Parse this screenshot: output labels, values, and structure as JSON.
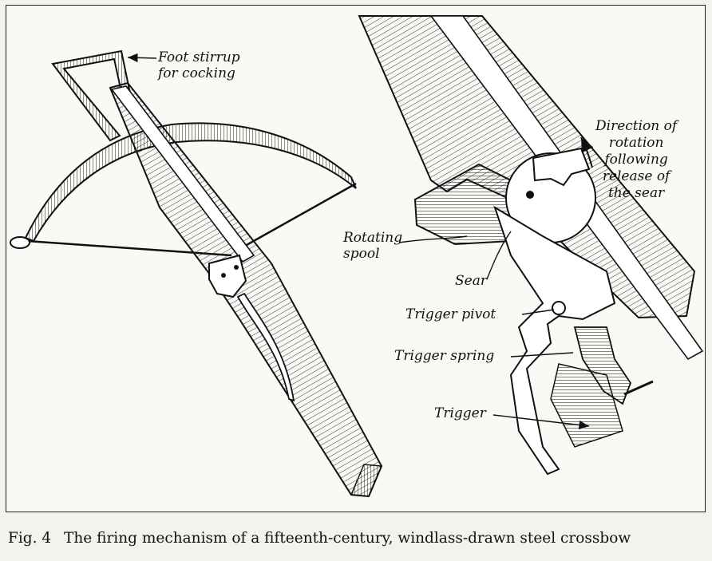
{
  "labels": {
    "foot_stirrup": "Foot stirrup\nfor cocking",
    "direction_rotation": "Direction of\nrotation\nfollowing\nrelease of\nthe sear",
    "rotating_spool": "Rotating\nspool",
    "sear": "Sear",
    "trigger_pivot": "Trigger pivot",
    "trigger_spring": "Trigger spring",
    "trigger": "Trigger"
  },
  "caption": {
    "fig_number": "Fig. 4",
    "text": "The firing mechanism of a fifteenth-century, windlass-drawn steel crossbow"
  }
}
